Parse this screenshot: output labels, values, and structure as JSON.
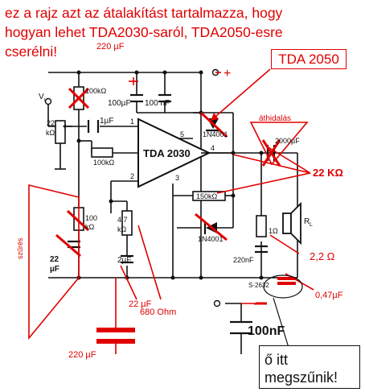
{
  "headline": "ez a rajz azt az átalakítást tartalmazza, hogy\nhogyan lehet TDA2030-saról, TDA2050-esre\ncserélni!",
  "red_labels": {
    "tda2050": "TDA 2050",
    "bridging": "áthidalás",
    "r22k": "22 KΩ",
    "r22": "2,2 Ω",
    "c047": "0,47µF",
    "c22u": "22 µF",
    "r680": "680 Ohm",
    "c220u_bottom": "220 µF",
    "c220u_top": "220 µF",
    "filtering": "szűrés"
  },
  "schematic_labels": {
    "ic": "TDA 2030",
    "c100u": "100µF",
    "c100n": "100 nF",
    "r100k_top": "100kΩ",
    "vi": "V",
    "vi_sub": "i",
    "pot": "22\nkΩ",
    "c1u": "1µF",
    "r100k_fb": "100kΩ",
    "d1": "1N4001",
    "c2000u": "2000µF",
    "r150k": "150kΩ",
    "d2": "1N4001",
    "r100": "100\nkΩ",
    "c22u_small": "22\nµF",
    "r47k": "4,7\nkΩ",
    "c2u": "2µF",
    "r1": "1Ω",
    "c220n": "220nF",
    "rl": "R",
    "rl_sub": "L",
    "code": "S-2632",
    "c100n_bottom": "100nF",
    "pin1": "1",
    "pin2": "2",
    "pin3": "3",
    "pin4": "4",
    "pin5": "5",
    "plus": "+",
    "minus": "—"
  },
  "note": "ő itt\nmegszűnik!",
  "colors": {
    "annotation": "#e00000",
    "ink": "#111111",
    "background": "#ffffff"
  }
}
